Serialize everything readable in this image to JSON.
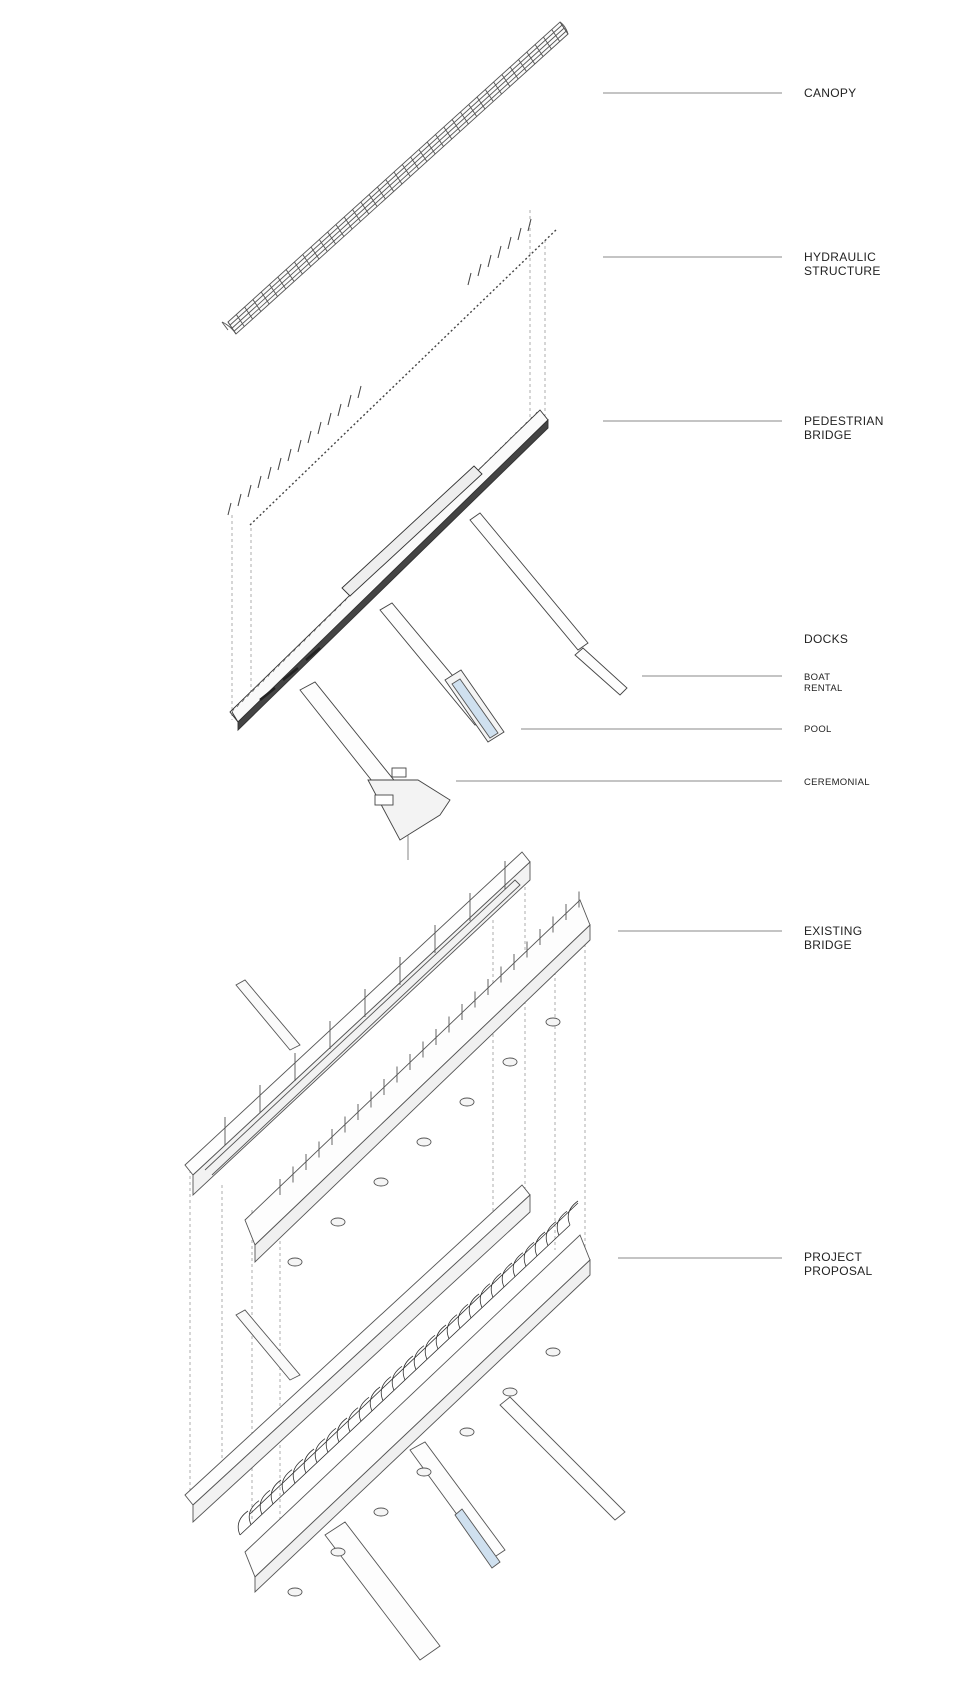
{
  "labels": {
    "canopy": "CANOPY",
    "hydraulic": "HYDRAULIC\nSTRUCTURE",
    "pedestrian": "PEDESTRIAN\nBRIDGE",
    "docks": "DOCKS",
    "boat_rental": "BOAT\nRENTAL",
    "pool": "POOL",
    "ceremonial": "CEREMONIAL",
    "existing": "EXISTING\nBRIDGE",
    "proposal": "PROJECT\nPROPOSAL"
  },
  "colors": {
    "line": "#555555",
    "leader": "#888888",
    "pool_water": "#cfe0ef",
    "fill_dark": "#333333"
  }
}
